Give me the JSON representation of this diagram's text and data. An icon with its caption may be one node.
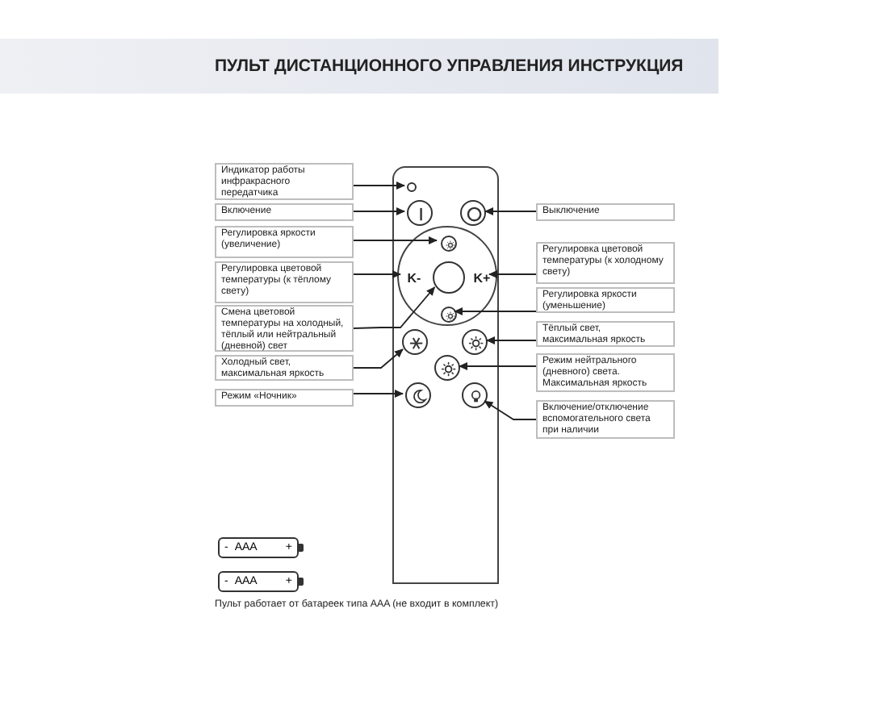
{
  "diagram": {
    "title": "ПУЛЬТ ДИСТАНЦИОННОГО УПРАВЛЕНИЯ ИНСТРУКЦИЯ",
    "nodes": [
      {
        "text": [],
        "shape": "box"
      },
      {
        "text": [],
        "shape": "circle",
        "in": 0
      },
      {
        "text": [],
        "shape": "circle",
        "in": 0
      },
      {
        "text": [],
        "shape": "circle",
        "in": 0
      },
      {
        "text": [],
        "shape": "circle",
        "in": 0
      },
      {
        "text": [],
        "shape": "circle",
        "in": 4
      },
      {
        "text": [
          "K-"
        ],
        "in": 4
      },
      {
        "text": [],
        "shape": "circle",
        "in": 4
      },
      {
        "text": [
          "K+"
        ],
        "in": 4
      },
      {
        "text": [],
        "shape": "circle",
        "in": 4
      },
      {
        "text": [],
        "shape": "circle",
        "in": 0
      },
      {
        "text": [],
        "shape": "circle",
        "in": 0
      },
      {
        "text": [],
        "shape": "circle",
        "in": 0
      },
      {
        "text": [],
        "shape": "circle",
        "in": 0
      },
      {
        "text": [],
        "shape": "circle",
        "in": 0
      },
      {
        "text": [
          "Индикатор работы инфракрасного передатчика"
        ]
      },
      {
        "text": [
          "Включение"
        ]
      },
      {
        "text": [
          "Регулировка яркости (увеличение)"
        ]
      },
      {
        "text": [
          "Регулировка цветовой температуры (к тёплому свету)"
        ]
      },
      {
        "text": [
          "Смена цветовой температуры на холодный, тёплый или нейтральный (дневной) свет"
        ]
      },
      {
        "text": [
          "Холодный свет, максимальная яркость"
        ]
      },
      {
        "text": [
          "Режим «Ночник»"
        ]
      },
      {
        "text": [
          "Выключение"
        ]
      },
      {
        "text": [
          "Регулировка цветовой температуры (к холодному свету)"
        ]
      },
      {
        "text": [
          "Регулировка яркости (уменьшение)"
        ]
      },
      {
        "text": [
          "Тёплый свет, максимальная яркость"
        ]
      },
      {
        "text": [
          "Режим нейтрального (дневного) света. Максимальная яркость"
        ]
      },
      {
        "text": [
          "Включение/отключение вспомогательного света при наличии"
        ]
      },
      {
        "text": [
          "-",
          "AAA",
          "+"
        ]
      },
      {
        "text": [
          "-",
          "AAA",
          "+"
        ]
      }
    ],
    "edges": [
      {
        "from": 15,
        "to": 1,
        "arrow": "to"
      },
      {
        "from": 16,
        "to": 2,
        "arrow": "to"
      },
      {
        "from": 17,
        "to": 5,
        "arrow": "to"
      },
      {
        "from": 18,
        "to": 6,
        "arrow": "to"
      },
      {
        "from": 19,
        "to": 7,
        "arrow": "to"
      },
      {
        "from": 20,
        "to": 10,
        "arrow": "to"
      },
      {
        "from": 21,
        "to": 13,
        "arrow": "to"
      },
      {
        "from": 22,
        "to": 3,
        "arrow": "to"
      },
      {
        "from": 23,
        "to": 8,
        "arrow": "to"
      },
      {
        "from": 24,
        "to": 9,
        "arrow": "to"
      },
      {
        "from": 25,
        "to": 11,
        "arrow": "to"
      },
      {
        "from": 26,
        "to": 12,
        "arrow": "to"
      },
      {
        "from": 27,
        "to": 14,
        "arrow": "to"
      }
    ],
    "labels": [
      "Пульт работает от батареек типа AAA (не входит в комплект)"
    ]
  }
}
